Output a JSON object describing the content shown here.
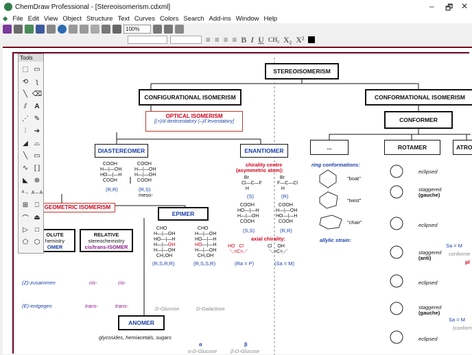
{
  "window": {
    "title": "ChemDraw Professional - [Stereoisomerism.cdxml]",
    "controls": [
      "–",
      "🗗",
      "✕"
    ]
  },
  "menu": [
    "File",
    "Edit",
    "View",
    "Object",
    "Structure",
    "Text",
    "Curves",
    "Colors",
    "Search",
    "Add-ins",
    "Window",
    "Help"
  ],
  "toolbar": {
    "zoom": "100%"
  },
  "format": {
    "bold": "B",
    "italic": "I",
    "underline": "U",
    "chem": "CH₂",
    "sub": "X₂",
    "sup": "X²"
  },
  "tools": {
    "title": "Tools"
  },
  "diagram": {
    "root": "STEREOISOMERISM",
    "configurational": "CONFIGURATIONAL ISOMERISM",
    "conformational": "CONFORMATIONAL ISOMERISM",
    "conformer": "CONFORMER",
    "optical_title": "OPTICAL ISOMERISM",
    "optical_sub": "[(+)/d dextrorotatory (–)/l levorotatory]",
    "diastereomer": "DIASTEREOMER",
    "enantiomer": "ENANTIOMER",
    "dots": "...",
    "rotamer": "ROTAMER",
    "atrop": "ATRO",
    "geometric": "GEOMETRIC ISOMERISM",
    "epimer": "EPIMER",
    "absolute": "OLUTE",
    "absolute_sub1": "hemistry",
    "absolute_sub2": "OMER",
    "relative": "RELATIVE",
    "relative_sub1": "stereochemistry",
    "relative_sub2": "cis/trans-ISOMER",
    "anomer": "ANOMER",
    "anomer_desc": "glycosides, hemiacetals, sugars",
    "chirality_centre": "chirality centre",
    "asym_atom": "(asymmetric atom):",
    "axial_chirality": "axial chirality:",
    "ring_conf": "ring conformations:",
    "boat": "\"boat\"",
    "twist": "\"twist\"",
    "chair": "\"chair\"",
    "allylic": "allylic strain:",
    "eclipsed": "eclipsed",
    "staggered": "staggered",
    "gauche": "(gauche)",
    "anti": "(anti)",
    "rr": "(R,R)",
    "rs_meso": "(R,S)",
    "meso": "meso-",
    "s_label": "(S)",
    "r_label": "(R)",
    "ss": "(S,S)",
    "rr2": "(R,R)",
    "ra_p": "(Ra = P)",
    "sa_m": "(Sa = M)",
    "rsrr": "(R,S,R,R)",
    "rssr": "(R,S,S,R)",
    "d_glucose": "D-Glucose",
    "d_galactose": "D-Galactose",
    "alpha": "α",
    "alpha_name": "α-D-Glucose",
    "beta": "β",
    "beta_name": "β-D-Glucose",
    "z_zusammen": "(Z)-zusammen",
    "e_entgegen": "(E)-entgegen",
    "cis": "cis-",
    "trans": "trans-",
    "cohen": "conforme",
    "pl": "pl",
    "sa_m2": "Sa = M",
    "sa_m3": "Sa = M",
    "conform2": "(conform"
  }
}
